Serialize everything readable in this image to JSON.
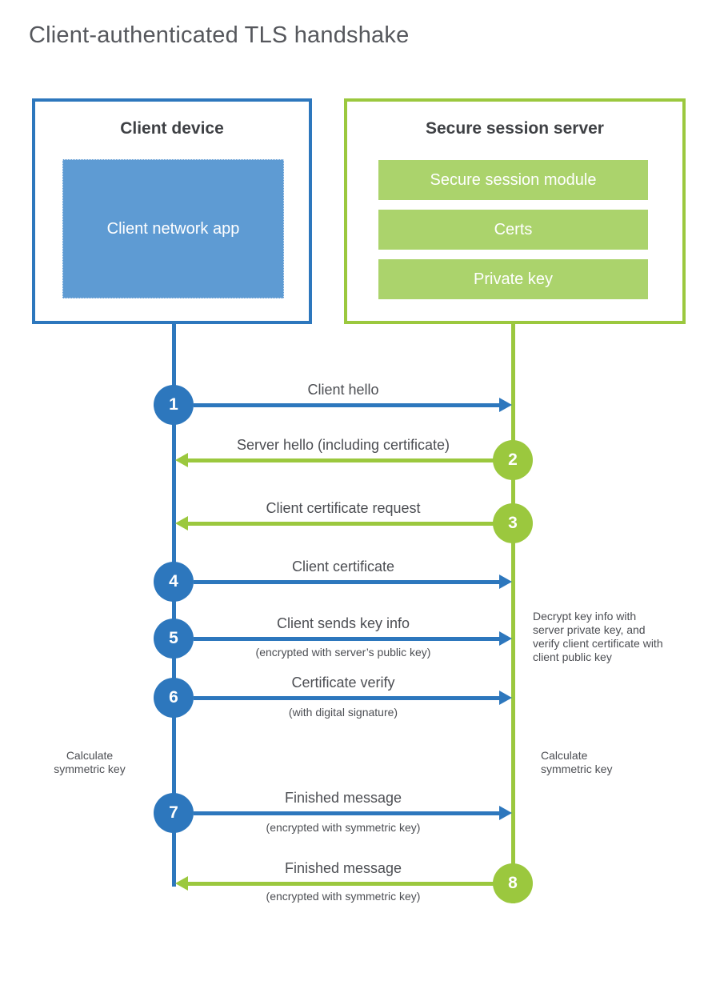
{
  "title": "Client-authenticated TLS handshake",
  "client": {
    "title": "Client device",
    "app": "Client network app"
  },
  "server": {
    "title": "Secure session server",
    "modules": [
      "Secure session module",
      "Certs",
      "Private key"
    ]
  },
  "steps": [
    {
      "num": "1",
      "label": "Client hello",
      "sub": "",
      "direction": "client-to-server"
    },
    {
      "num": "2",
      "label": "Server hello (including certificate)",
      "sub": "",
      "direction": "server-to-client"
    },
    {
      "num": "3",
      "label": "Client certificate request",
      "sub": "",
      "direction": "server-to-client"
    },
    {
      "num": "4",
      "label": "Client certificate",
      "sub": "",
      "direction": "client-to-server"
    },
    {
      "num": "5",
      "label": "Client sends key info",
      "sub": "(encrypted with server’s public key)",
      "direction": "client-to-server"
    },
    {
      "num": "6",
      "label": "Certificate verify",
      "sub": "(with digital signature)",
      "direction": "client-to-server"
    },
    {
      "num": "7",
      "label": "Finished message",
      "sub": "(encrypted with symmetric key)",
      "direction": "client-to-server"
    },
    {
      "num": "8",
      "label": "Finished message",
      "sub": "(encrypted with symmetric key)",
      "direction": "server-to-client"
    }
  ],
  "notes": {
    "server_decrypt": "Decrypt key info with server private key, and verify client certificate with client public key",
    "calculate_left": "Calculate symmetric key",
    "calculate_right": "Calculate symmetric key"
  },
  "colors": {
    "blue": "#2d77bd",
    "blue_fill": "#5e9bd3",
    "green": "#9bc83e",
    "green_fill": "#abd36c"
  }
}
